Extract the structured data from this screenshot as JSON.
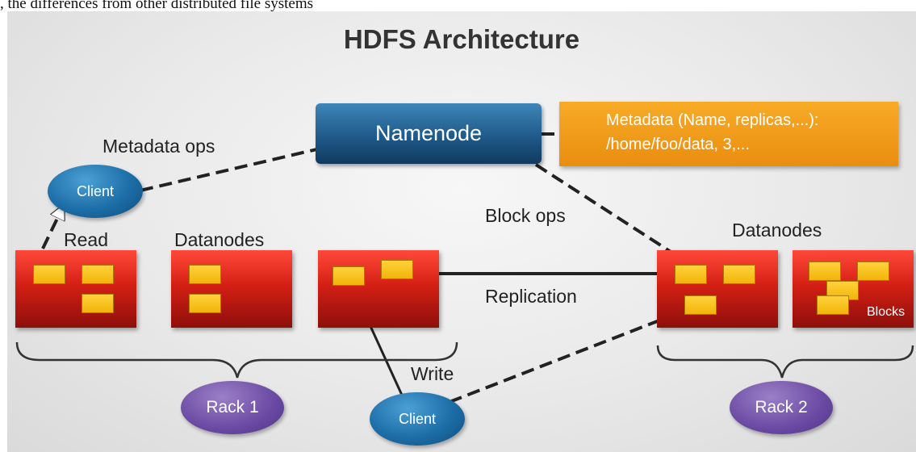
{
  "caption": ", the differences from other distributed file systems",
  "title": "HDFS Architecture",
  "namenode": {
    "label": "Namenode"
  },
  "metadata": {
    "line1": "Metadata (Name, replicas,...):",
    "line2": "/home/foo/data, 3,..."
  },
  "labels": {
    "metadata_ops": "Metadata ops",
    "block_ops": "Block ops",
    "read": "Read",
    "write": "Write",
    "replication": "Replication",
    "datanodes_left": "Datanodes",
    "datanodes_right": "Datanodes",
    "blocks": "Blocks"
  },
  "clients": {
    "top": "Client",
    "bottom": "Client"
  },
  "racks": {
    "rack1": "Rack 1",
    "rack2": "Rack 2"
  },
  "colors": {
    "namenode": "#1f5a8a",
    "metadata": "#f0991a",
    "datanode": "#d41f14",
    "block": "#f5c016",
    "client": "#1d6ea8",
    "rack": "#6a4aa3"
  }
}
